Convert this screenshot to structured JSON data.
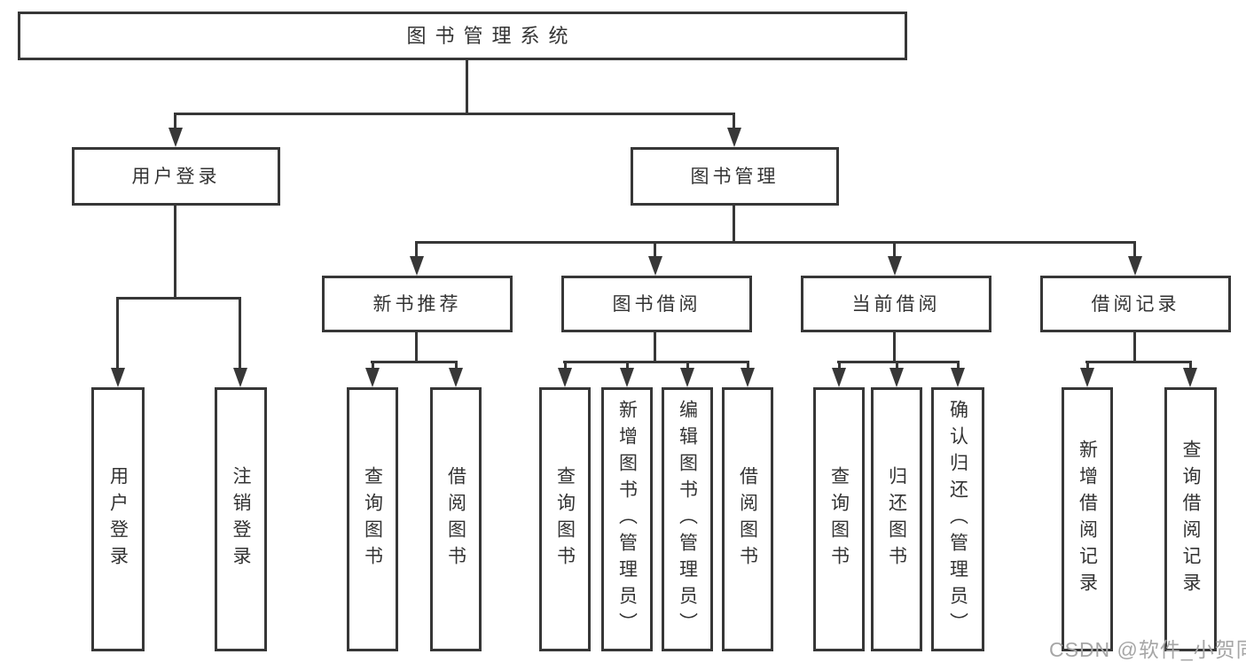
{
  "diagram": {
    "root": {
      "label": "图书管理系统"
    },
    "level2": [
      {
        "label": "用户登录"
      },
      {
        "label": "图书管理"
      }
    ],
    "level3": [
      {
        "label": "新书推荐"
      },
      {
        "label": "图书借阅"
      },
      {
        "label": "当前借阅"
      },
      {
        "label": "借阅记录"
      }
    ],
    "leaves": {
      "user_login": [
        "用户登录",
        "注销登录"
      ],
      "new_book_recommend": [
        "查询图书",
        "借阅图书"
      ],
      "book_borrow": [
        "查询图书",
        "新增图书（管理员）",
        "编辑图书（管理员）",
        "借阅图书"
      ],
      "current_borrow": [
        "查询图书",
        "归还图书",
        "确认归还（管理员）"
      ],
      "borrow_records": [
        "新增借阅记录",
        "查询借阅记录"
      ]
    },
    "colors": {
      "line": "#373737",
      "text": "#333333",
      "background": "#ffffff",
      "watermark": "#a6a6a6"
    }
  },
  "watermark": {
    "text": "CSDN @软件_小贺同学"
  }
}
